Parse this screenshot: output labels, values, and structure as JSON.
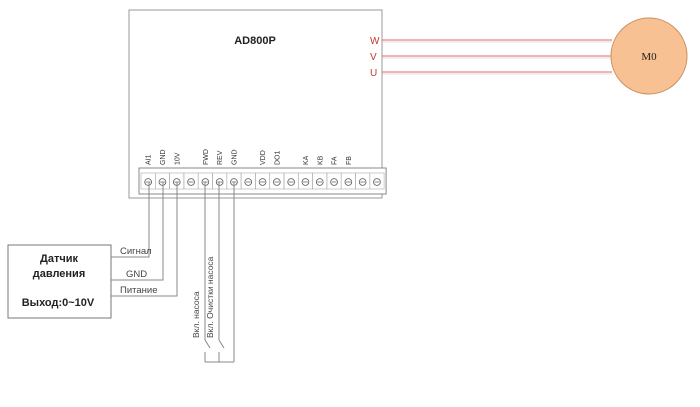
{
  "drive": {
    "model": "AD800P",
    "terminals": [
      "AI1",
      "GND",
      "10V",
      "",
      "FWD",
      "REV",
      "GND",
      "",
      "VDD",
      "DO1",
      "",
      "KA",
      "KB",
      "FA",
      "FB",
      "",
      ""
    ]
  },
  "outputs": [
    {
      "label": "W",
      "color": "#e06666"
    },
    {
      "label": "V",
      "color": "#e06666"
    },
    {
      "label": "U",
      "color": "#e06666"
    }
  ],
  "motor": {
    "label": "M0",
    "fill": "#f8c193"
  },
  "sensor": {
    "line1": "Датчик",
    "line2": "давления",
    "output": "Выход:0~10V",
    "signals": [
      "Сигнал",
      "GND",
      "Питание"
    ]
  },
  "switches": [
    "Вкл. насоса",
    "Вкл. Очистки насоса"
  ]
}
